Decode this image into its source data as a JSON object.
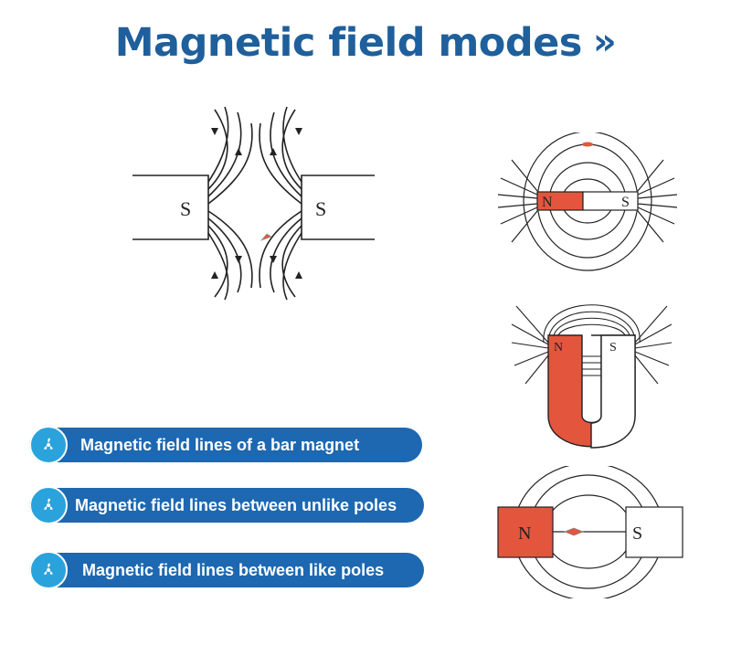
{
  "title": "Magnetic field modes",
  "title_chevron": "»",
  "colors": {
    "title": "#1f5f9b",
    "pill": "#1d68b1",
    "pill_icon_bg": "#2aa3dc",
    "north_pole": "#e4553e"
  },
  "legend": [
    {
      "label": "Magnetic field lines of a bar magnet",
      "icon": "fan-icon"
    },
    {
      "label": "Magnetic field lines between unlike poles",
      "icon": "fan-icon"
    },
    {
      "label": "Magnetic field lines between like poles",
      "icon": "fan-icon"
    }
  ],
  "diagrams": {
    "like_poles": {
      "left_pole": "S",
      "right_pole": "S"
    },
    "bar_magnet": {
      "north": "N",
      "south": "S"
    },
    "horseshoe": {
      "north": "N",
      "south": "S"
    },
    "unlike_poles": {
      "north": "N",
      "south": "S"
    }
  }
}
